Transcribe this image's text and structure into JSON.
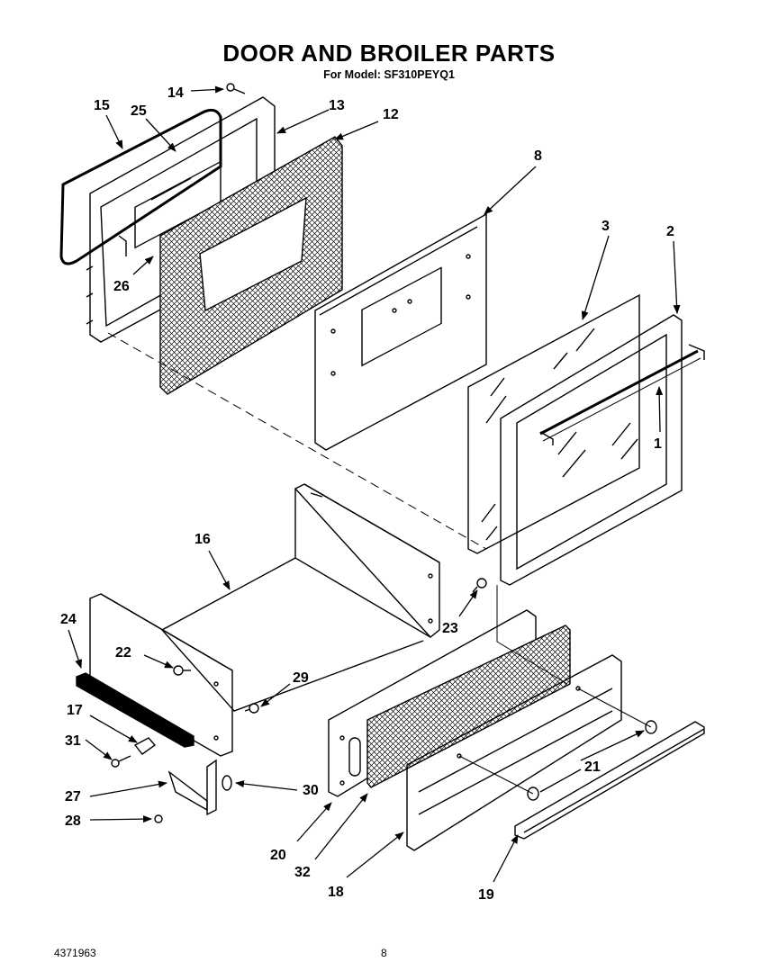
{
  "header": {
    "title": "DOOR AND BROILER PARTS",
    "model": "For Model: SF310PEYQ1"
  },
  "footer": {
    "doc_number": "4371963",
    "page_number": "8"
  },
  "callouts": {
    "p1": "1",
    "p2": "2",
    "p3": "3",
    "p8": "8",
    "p12": "12",
    "p13": "13",
    "p14": "14",
    "p15": "15",
    "p16": "16",
    "p17": "17",
    "p18": "18",
    "p19": "19",
    "p20": "20",
    "p21": "21",
    "p22": "22",
    "p23": "23",
    "p24": "24",
    "p25": "25",
    "p26": "26",
    "p27": "27",
    "p28": "28",
    "p29": "29",
    "p30": "30",
    "p31": "31",
    "p32": "32"
  }
}
